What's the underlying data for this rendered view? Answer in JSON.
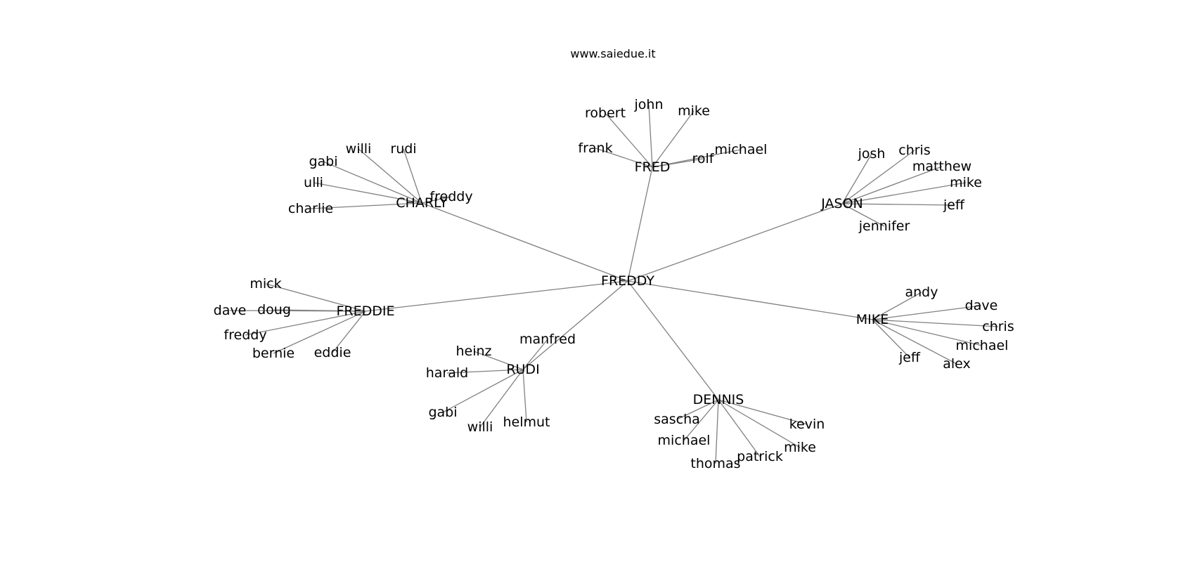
{
  "title": "www.saiedue.it",
  "graph": {
    "root": "FREDDY",
    "hubs": [
      {
        "name": "FRED",
        "leaves": [
          "robert",
          "john",
          "mike",
          "frank",
          "michael",
          "rolf"
        ]
      },
      {
        "name": "CHARLY",
        "leaves": [
          "willi",
          "rudi",
          "gabi",
          "ulli",
          "charlie",
          "freddy"
        ]
      },
      {
        "name": "JASON",
        "leaves": [
          "josh",
          "chris",
          "matthew",
          "mike",
          "jeff",
          "jennifer"
        ]
      },
      {
        "name": "FREDDIE",
        "leaves": [
          "mick",
          "dave",
          "doug",
          "freddy",
          "bernie",
          "eddie"
        ]
      },
      {
        "name": "MIKE",
        "leaves": [
          "andy",
          "dave",
          "chris",
          "michael",
          "jeff",
          "alex"
        ]
      },
      {
        "name": "RUDI",
        "leaves": [
          "manfred",
          "heinz",
          "harald",
          "gabi",
          "willi",
          "helmut"
        ]
      },
      {
        "name": "DENNIS",
        "leaves": [
          "sascha",
          "michael",
          "thomas",
          "patrick",
          "mike",
          "kevin"
        ]
      }
    ]
  }
}
